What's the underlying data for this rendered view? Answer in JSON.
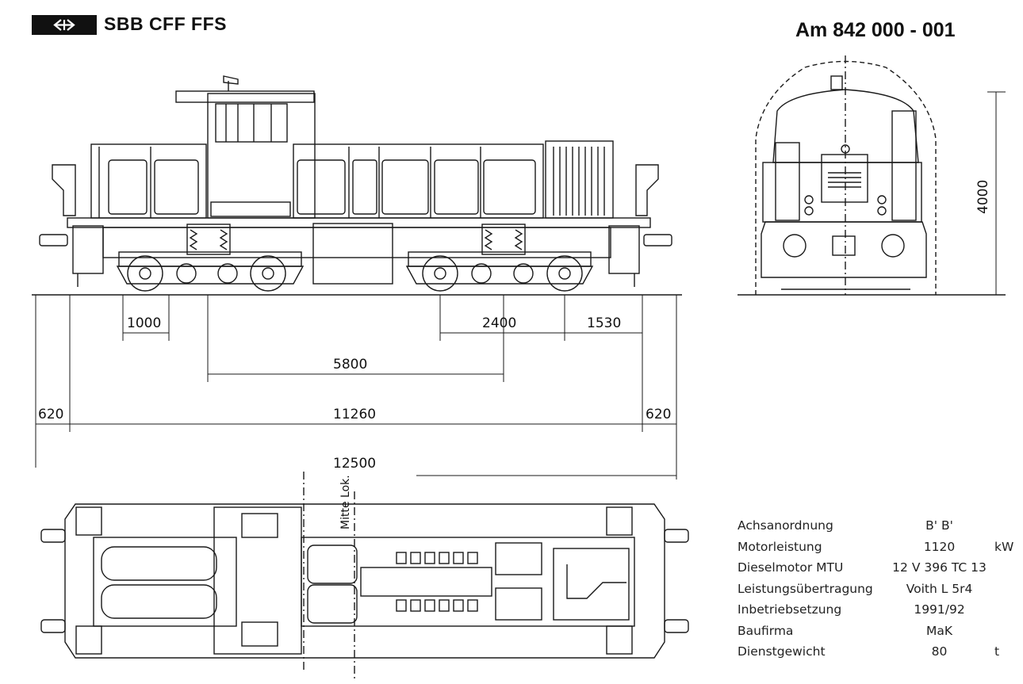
{
  "header": {
    "brand": "SBB CFF FFS",
    "logo_icon": "sbb-cross-arrows-icon",
    "document_id": "Am 842 000 - 001"
  },
  "side_view": {
    "dimensions": {
      "axle_spacing": "1000",
      "bogie_center": "2400",
      "overhang": "1530",
      "bogie_pivot_distance": "5800",
      "buffer_left": "620",
      "body_length": "11260",
      "buffer_right": "620",
      "overall_length": "12500"
    }
  },
  "front_view": {
    "height": "4000"
  },
  "plan_view": {
    "center_label": "Mitte Lok."
  },
  "specifications": [
    {
      "label": "Achsanordnung",
      "value": "B' B'",
      "unit": ""
    },
    {
      "label": "Motorleistung",
      "value": "1120",
      "unit": "kW"
    },
    {
      "label": "Dieselmotor MTU",
      "value": "12 V 396 TC 13",
      "unit": ""
    },
    {
      "label": "Leistungsübertragung",
      "value": "Voith L 5r4",
      "unit": ""
    },
    {
      "label": "Inbetriebsetzung",
      "value": "1991/92",
      "unit": ""
    },
    {
      "label": "Baufirma",
      "value": "MaK",
      "unit": ""
    },
    {
      "label": "Dienstgewicht",
      "value": "80",
      "unit": "t"
    }
  ],
  "colors": {
    "ink": "#111111",
    "paper": "#ffffff"
  }
}
